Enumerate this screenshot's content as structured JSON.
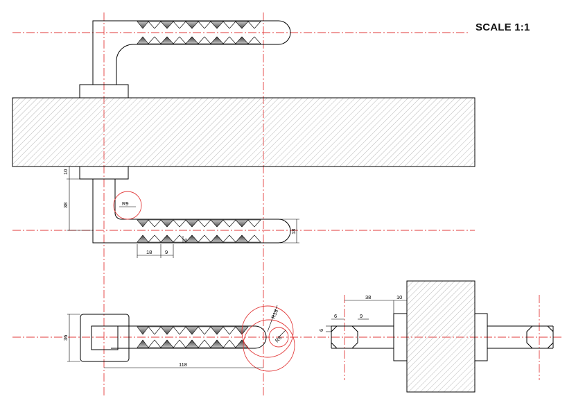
{
  "title": "SCALE 1:1",
  "dimensions": {
    "d10_top": "10",
    "d38_left": "38",
    "r9": "R9",
    "d18_right": "18",
    "d6_tooth": "6",
    "d18_pitch": "18",
    "d9_tooth": "9",
    "d36": "36",
    "d118": "118",
    "r18": "R18",
    "r6": "R6",
    "d38_side": "38",
    "d10_side": "10",
    "d6_side_v": "6",
    "d6_side_h": "6",
    "d9_side": "9"
  },
  "colors": {
    "centerline": "#e23a3a",
    "outline": "#000000",
    "hatch": "#9a9a9a",
    "teeth_dark": "#4a4a4a",
    "teeth_light": "#c8c8c8"
  }
}
